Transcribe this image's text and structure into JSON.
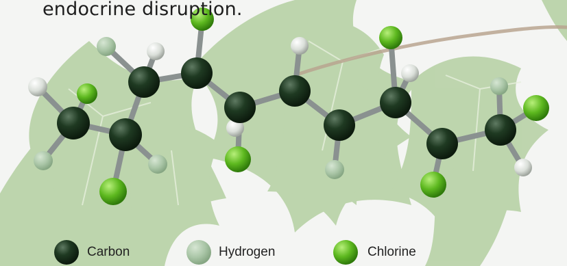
{
  "caption": "endocrine disruption.",
  "legend": [
    {
      "label": "Carbon",
      "color": "#1f3a22"
    },
    {
      "label": "Hydrogen",
      "color": "#aac7a7"
    },
    {
      "label": "Chlorine",
      "color": "#5db81f"
    }
  ],
  "colors": {
    "leaf": "#b8d2a6",
    "leaf_vein": "#e6efdc",
    "vine": "#b8a48f",
    "carbon": "#1f3a22",
    "hydrogen": "#dadfd9",
    "hydrogen_faded": "#a9c5a6",
    "chlorine": "#5db81f",
    "bond": "#8a9190"
  },
  "illustration": {
    "background": "ivy-leaves",
    "molecule": "chlorinated-hydrocarbon-chain"
  }
}
